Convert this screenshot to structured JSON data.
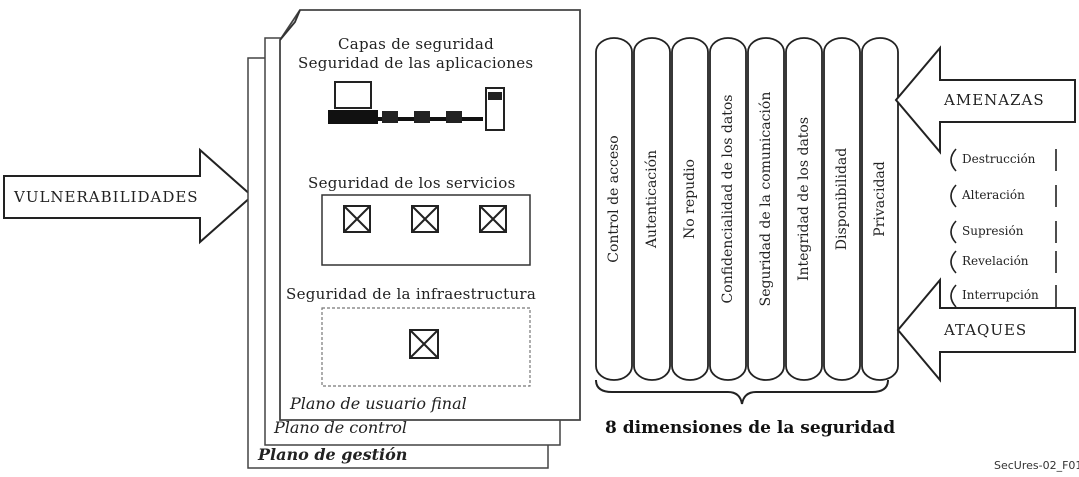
{
  "layers": {
    "title": "Capas de seguridad",
    "application": "Seguridad de las aplicaciones",
    "services": "Seguridad de los servicios",
    "infrastructure": "Seguridad de la infraestructura"
  },
  "planes": {
    "end_user": "Plano de usuario final",
    "control": "Plano de control",
    "management": "Plano de gestión"
  },
  "left_arrow_label": "VULNERABILIDADES",
  "dimensions": [
    "Control de acceso",
    "Autenticación",
    "No repudio",
    "Confidencialidad de los datos",
    "Seguridad de la comunicación",
    "Integridad de los datos",
    "Disponibilidad",
    "Privacidad"
  ],
  "dimensions_caption": "8 dimensiones de la seguridad",
  "threats_label": "AMENAZAS",
  "attacks_label": "ATAQUES",
  "threat_items": [
    "Destrucción",
    "Alteración",
    "Supresión",
    "Revelación",
    "Interrupción"
  ],
  "figure_id": "SecUres-02_F01"
}
